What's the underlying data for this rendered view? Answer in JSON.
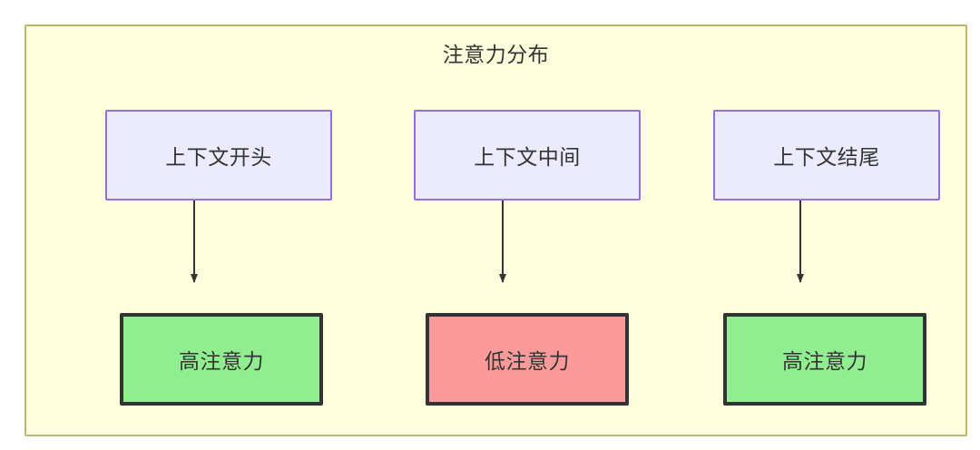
{
  "diagram": {
    "title": "注意力分布",
    "colors": {
      "container_fill": "#ffffde",
      "container_border": "#bdb76b",
      "source_fill": "#ecebfd",
      "source_border": "#9370db",
      "high_fill": "#90ee90",
      "low_fill": "#fb9a9a",
      "node_border": "#333333",
      "arrow": "#333333",
      "text": "#333333"
    },
    "columns": [
      {
        "source": {
          "label": "上下文开头"
        },
        "result": {
          "label": "高注意力",
          "level": "high"
        },
        "arrow": {
          "name": "arrow-context-start-to-high-attention"
        }
      },
      {
        "source": {
          "label": "上下文中间"
        },
        "result": {
          "label": "低注意力",
          "level": "low"
        },
        "arrow": {
          "name": "arrow-context-middle-to-low-attention"
        }
      },
      {
        "source": {
          "label": "上下文结尾"
        },
        "result": {
          "label": "高注意力",
          "level": "high"
        },
        "arrow": {
          "name": "arrow-context-end-to-high-attention"
        }
      }
    ]
  }
}
